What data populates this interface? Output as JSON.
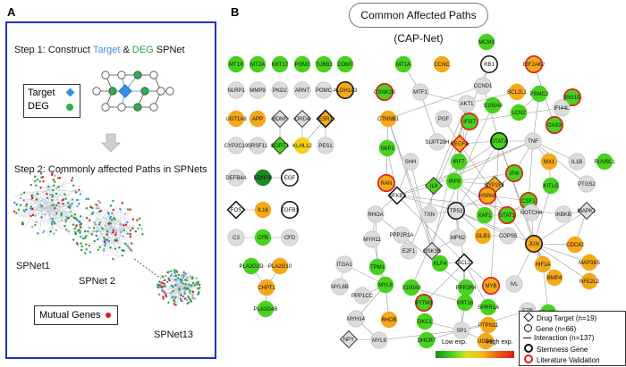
{
  "panelA": {
    "label": "A",
    "step1_prefix": "Step 1: Construct ",
    "step1_target": "Target",
    "step1_amp": " & ",
    "step1_deg": "DEG",
    "step1_suffix": " SPNet",
    "legend_target": "Target",
    "legend_deg": "DEG",
    "step2": "Step 2: Commonly affected Paths in SPNets",
    "spnet1": "SPNet1",
    "spnet2": "SPNet 2",
    "spnet13": "SPNet13",
    "mutual_genes": "Mutual Genes"
  },
  "panelB": {
    "label": "B",
    "title": "Common Affected Paths (CAP-Net)",
    "low_exp": "Low exp.",
    "high_exp": "High exp."
  },
  "key": {
    "drug_target": "Drug Target (n=19)",
    "gene": "Gene (n=66)",
    "interaction": "Interaction (n=137)",
    "stemness": "Stemness Gene",
    "literature": "Literature Validation"
  },
  "colors": {
    "panel_border": "#2231c4",
    "target": "#3a8ee6",
    "deg": "#27b34a",
    "low": "#47d21d",
    "mid": "#f4d21a",
    "high": "#f4a81a",
    "dark_green": "#1a8a22",
    "gray": "#dcdcdc",
    "validation_ring": "#e01b1b"
  },
  "genes": [
    {
      "id": "MT1X",
      "c": "low"
    },
    {
      "id": "MT2A",
      "c": "low"
    },
    {
      "id": "KRT17",
      "c": "low"
    },
    {
      "id": "PGM1",
      "c": "low"
    },
    {
      "id": "TUBB3",
      "c": "low"
    },
    {
      "id": "COMT",
      "c": "low"
    },
    {
      "id": "NLRP1",
      "c": "gray"
    },
    {
      "id": "MMP9",
      "c": "gray"
    },
    {
      "id": "PKD2",
      "c": "gray"
    },
    {
      "id": "ARNT",
      "c": "gray"
    },
    {
      "id": "POMC",
      "c": "gray"
    },
    {
      "id": "ALDH1A3",
      "c": "high",
      "stem": true
    },
    {
      "id": "UGT1A6",
      "c": "high"
    },
    {
      "id": "APP",
      "c": "high"
    },
    {
      "id": "BDNF",
      "c": "gray",
      "drug": true
    },
    {
      "id": "DRD4",
      "c": "gray",
      "drug": true
    },
    {
      "id": "ESR1",
      "c": "high",
      "drug": true,
      "stem": true
    },
    {
      "id": "CYP2C19",
      "c": "gray"
    },
    {
      "id": "SRSF11",
      "c": "gray"
    },
    {
      "id": "SORT1",
      "c": "low",
      "drug": true
    },
    {
      "id": "KLHL12",
      "c": "mid"
    },
    {
      "id": "PES1",
      "c": "gray"
    },
    {
      "id": "DEFB4A",
      "c": "gray"
    },
    {
      "id": "EDNRB",
      "c": "dark"
    },
    {
      "id": "EGF",
      "c": "white",
      "stem": true
    },
    {
      "id": "FOS",
      "c": "white",
      "drug": true,
      "stem": true
    },
    {
      "id": "IL16",
      "c": "high"
    },
    {
      "id": "TGFB1",
      "c": "white",
      "stem": true
    },
    {
      "id": "C3",
      "c": "gray"
    },
    {
      "id": "CFB",
      "c": "low"
    },
    {
      "id": "CFD",
      "c": "gray"
    },
    {
      "id": "PLA2G2D",
      "c": "low"
    },
    {
      "id": "PLA2G10",
      "c": "high"
    },
    {
      "id": "CHPT1",
      "c": "high"
    },
    {
      "id": "PLA2G4B",
      "c": "low"
    },
    {
      "id": "MT1A",
      "c": "low"
    },
    {
      "id": "CCNC",
      "c": "high"
    },
    {
      "id": "MCM3",
      "c": "low"
    },
    {
      "id": "RB1",
      "c": "white",
      "stem": true
    },
    {
      "id": "EIF2AK2",
      "c": "high",
      "valid": true
    },
    {
      "id": "CSNK2B",
      "c": "low",
      "valid": true
    },
    {
      "id": "MTF1",
      "c": "gray"
    },
    {
      "id": "CCND1",
      "c": "gray"
    },
    {
      "id": "BCL2L1",
      "c": "high"
    },
    {
      "id": "PSMC3",
      "c": "low"
    },
    {
      "id": "ISG15",
      "c": "low",
      "valid": true
    },
    {
      "id": "CTNNB1",
      "c": "high"
    },
    {
      "id": "PGF",
      "c": "gray"
    },
    {
      "id": "AKT1",
      "c": "gray"
    },
    {
      "id": "S100A8",
      "c": "low"
    },
    {
      "id": "IFI44L",
      "c": "gray"
    },
    {
      "id": "IFI27",
      "c": "low",
      "valid": true
    },
    {
      "id": "LCN2",
      "c": "low"
    },
    {
      "id": "OAS3",
      "c": "low",
      "valid": true
    },
    {
      "id": "SUPT20H",
      "c": "gray"
    },
    {
      "id": "VEGFA",
      "c": "high",
      "drug": true,
      "valid": true
    },
    {
      "id": "STAT3",
      "c": "low",
      "stem": true
    },
    {
      "id": "TNF",
      "c": "gray"
    },
    {
      "id": "SKP1",
      "c": "low"
    },
    {
      "id": "SHH",
      "c": "gray"
    },
    {
      "id": "IRF7",
      "c": "low"
    },
    {
      "id": "MX1",
      "c": "high"
    },
    {
      "id": "RAN",
      "c": "high",
      "valid": true
    },
    {
      "id": "IRF9",
      "c": "low"
    },
    {
      "id": "CYP2F1",
      "c": "high",
      "drug": true
    },
    {
      "id": "IFI6",
      "c": "low",
      "valid": true
    },
    {
      "id": "IL1B",
      "c": "gray"
    },
    {
      "id": "RUVBL1",
      "c": "low"
    },
    {
      "id": "NFKB1",
      "c": "white",
      "drug": true,
      "stem": true
    },
    {
      "id": "IL8",
      "c": "low",
      "drug": true
    },
    {
      "id": "HSPA8",
      "c": "high",
      "valid": true
    },
    {
      "id": "KITLG",
      "c": "low"
    },
    {
      "id": "PTGS2",
      "c": "gray"
    },
    {
      "id": "TP53",
      "c": "gray",
      "stem": true
    },
    {
      "id": "CSF1",
      "c": "low",
      "valid": true
    },
    {
      "id": "NOTCH4",
      "c": "gray"
    },
    {
      "id": "RHOA",
      "c": "gray"
    },
    {
      "id": "TXN",
      "c": "gray"
    },
    {
      "id": "XAF1",
      "c": "low"
    },
    {
      "id": "STAT1",
      "c": "low",
      "valid": true
    },
    {
      "id": "IKBKB",
      "c": "gray"
    },
    {
      "id": "MAPK1",
      "c": "gray",
      "drug": true
    },
    {
      "id": "MYH11",
      "c": "gray"
    },
    {
      "id": "PPP2R1A",
      "c": "gray"
    },
    {
      "id": "MFN2",
      "c": "gray"
    },
    {
      "id": "GLB1",
      "c": "high"
    },
    {
      "id": "COPS5",
      "c": "gray"
    },
    {
      "id": "E2F1",
      "c": "gray"
    },
    {
      "id": "GSK3B",
      "c": "gray",
      "drug": true
    },
    {
      "id": "JUN",
      "c": "high",
      "stem": true
    },
    {
      "id": "CDC42",
      "c": "high"
    },
    {
      "id": "TPM1",
      "c": "low"
    },
    {
      "id": "KLF4",
      "c": "low"
    },
    {
      "id": "BCL2",
      "c": "white",
      "drug": true,
      "stem": true
    },
    {
      "id": "MAP3K5",
      "c": "high"
    },
    {
      "id": "ITGA1",
      "c": "gray"
    },
    {
      "id": "MYL6",
      "c": "low"
    },
    {
      "id": "MYB",
      "c": "high",
      "valid": true
    },
    {
      "id": "HIF1A",
      "c": "high"
    },
    {
      "id": "NFE2L2",
      "c": "high"
    },
    {
      "id": "BMP4",
      "c": "high"
    },
    {
      "id": "IVL",
      "c": "gray"
    },
    {
      "id": "PPP2R4",
      "c": "low"
    },
    {
      "id": "MYL6B",
      "c": "gray"
    },
    {
      "id": "PPP1CC",
      "c": "gray"
    },
    {
      "id": "S100A9",
      "c": "low"
    },
    {
      "id": "EZR",
      "c": "gray"
    },
    {
      "id": "SPRR1A",
      "c": "low"
    },
    {
      "id": "KRT16",
      "c": "low"
    },
    {
      "id": "IFITM3",
      "c": "low",
      "valid": true
    },
    {
      "id": "PTPN11",
      "c": "high"
    },
    {
      "id": "PFKFB4",
      "c": "low"
    },
    {
      "id": "MYH14",
      "c": "gray"
    },
    {
      "id": "RHOB",
      "c": "high"
    },
    {
      "id": "DKC1",
      "c": "low"
    },
    {
      "id": "UGDH",
      "c": "high"
    },
    {
      "id": "SP1",
      "c": "gray"
    },
    {
      "id": "NPY",
      "c": "gray",
      "drug": true
    },
    {
      "id": "MYL9",
      "c": "gray"
    },
    {
      "id": "DHCR7",
      "c": "low"
    }
  ]
}
